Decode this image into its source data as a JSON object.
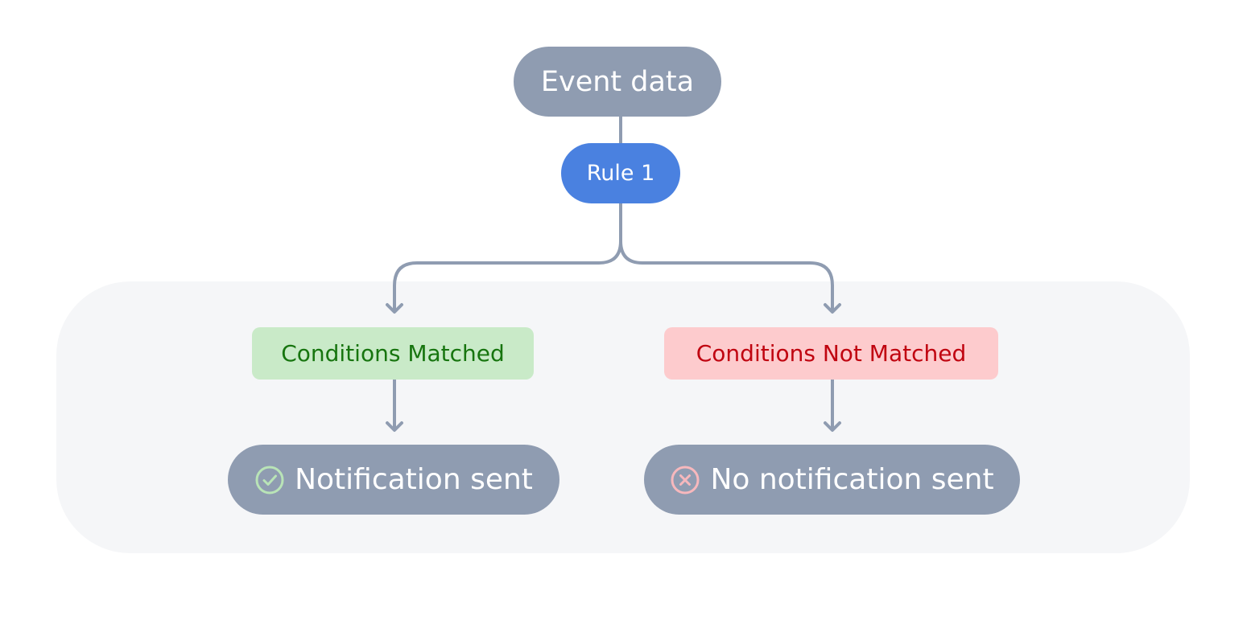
{
  "nodes": {
    "event": "Event data",
    "rule": "Rule 1",
    "matched": "Conditions Matched",
    "not_matched": "Conditions Not Matched",
    "sent": "Notification sent",
    "not_sent": "No notification sent"
  },
  "icons": {
    "sent": "check-circle-icon",
    "not_sent": "x-circle-icon"
  },
  "colors": {
    "node_gray": "#8f9cb1",
    "rule_blue": "#4a81e0",
    "matched_bg": "#c9eac8",
    "matched_text": "#17750f",
    "not_matched_bg": "#fdcbcd",
    "not_matched_text": "#c00410",
    "icon_green": "#b9e4b7",
    "icon_red": "#f7b8bd",
    "panel_bg": "#f5f6f8"
  }
}
